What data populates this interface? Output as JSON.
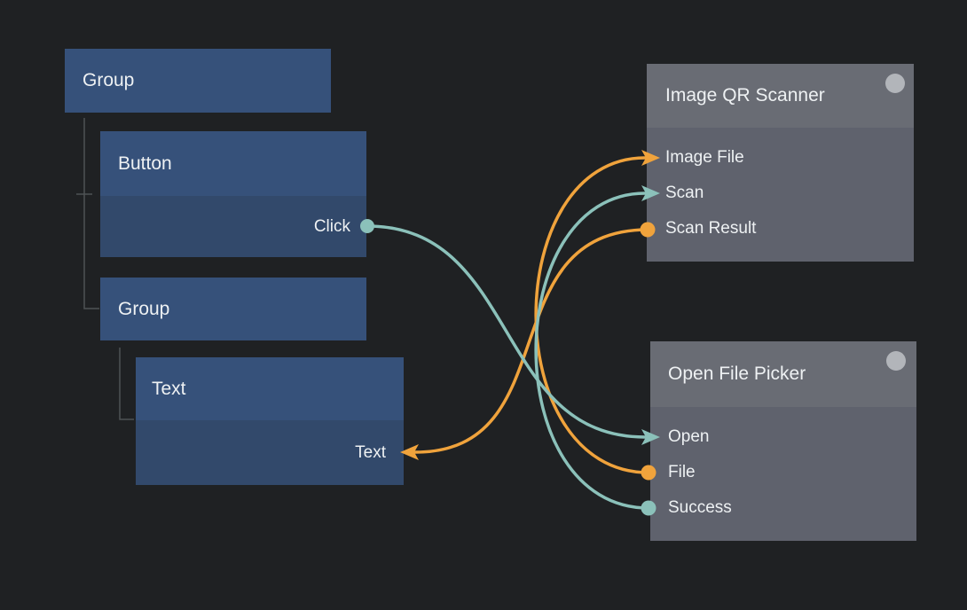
{
  "palette": {
    "background": "#1f2123",
    "box_header_blue": "#36517a",
    "box_body_blue": "#32496b",
    "node_header_gray": "#696c74",
    "node_body_gray": "#5f626d",
    "node_badge_gray": "#b2b5ba",
    "wire_teal": "#8bc1ba",
    "wire_orange": "#f0a33c",
    "tree_line_gray": "#4f5254",
    "text": "#eef1f3"
  },
  "tree": {
    "group": {
      "label": "Group"
    },
    "button": {
      "label": "Button",
      "output_port": {
        "label": "Click",
        "color": "teal"
      }
    },
    "inner_group": {
      "label": "Group"
    },
    "text": {
      "label": "Text",
      "input_port": {
        "label": "Text",
        "color": "orange"
      }
    }
  },
  "nodes": {
    "qr_scanner": {
      "title": "Image QR Scanner",
      "ports": [
        {
          "label": "Image File",
          "direction": "input",
          "color": "orange"
        },
        {
          "label": "Scan",
          "direction": "input",
          "color": "teal"
        },
        {
          "label": "Scan Result",
          "direction": "output",
          "color": "orange"
        }
      ]
    },
    "file_picker": {
      "title": "Open File Picker",
      "ports": [
        {
          "label": "Open",
          "direction": "input",
          "color": "teal"
        },
        {
          "label": "File",
          "direction": "output",
          "color": "orange"
        },
        {
          "label": "Success",
          "direction": "output",
          "color": "teal"
        }
      ]
    }
  },
  "edges": [
    {
      "from": "Button.Click",
      "to": "Open File Picker.Open",
      "color": "teal"
    },
    {
      "from": "Image QR Scanner.Scan Result",
      "to": "Text.Text",
      "color": "orange"
    },
    {
      "from": "Open File Picker.File",
      "to": "Image QR Scanner.Image File",
      "color": "orange"
    },
    {
      "from": "Open File Picker.Success",
      "to": "Image QR Scanner.Scan",
      "color": "teal"
    }
  ]
}
